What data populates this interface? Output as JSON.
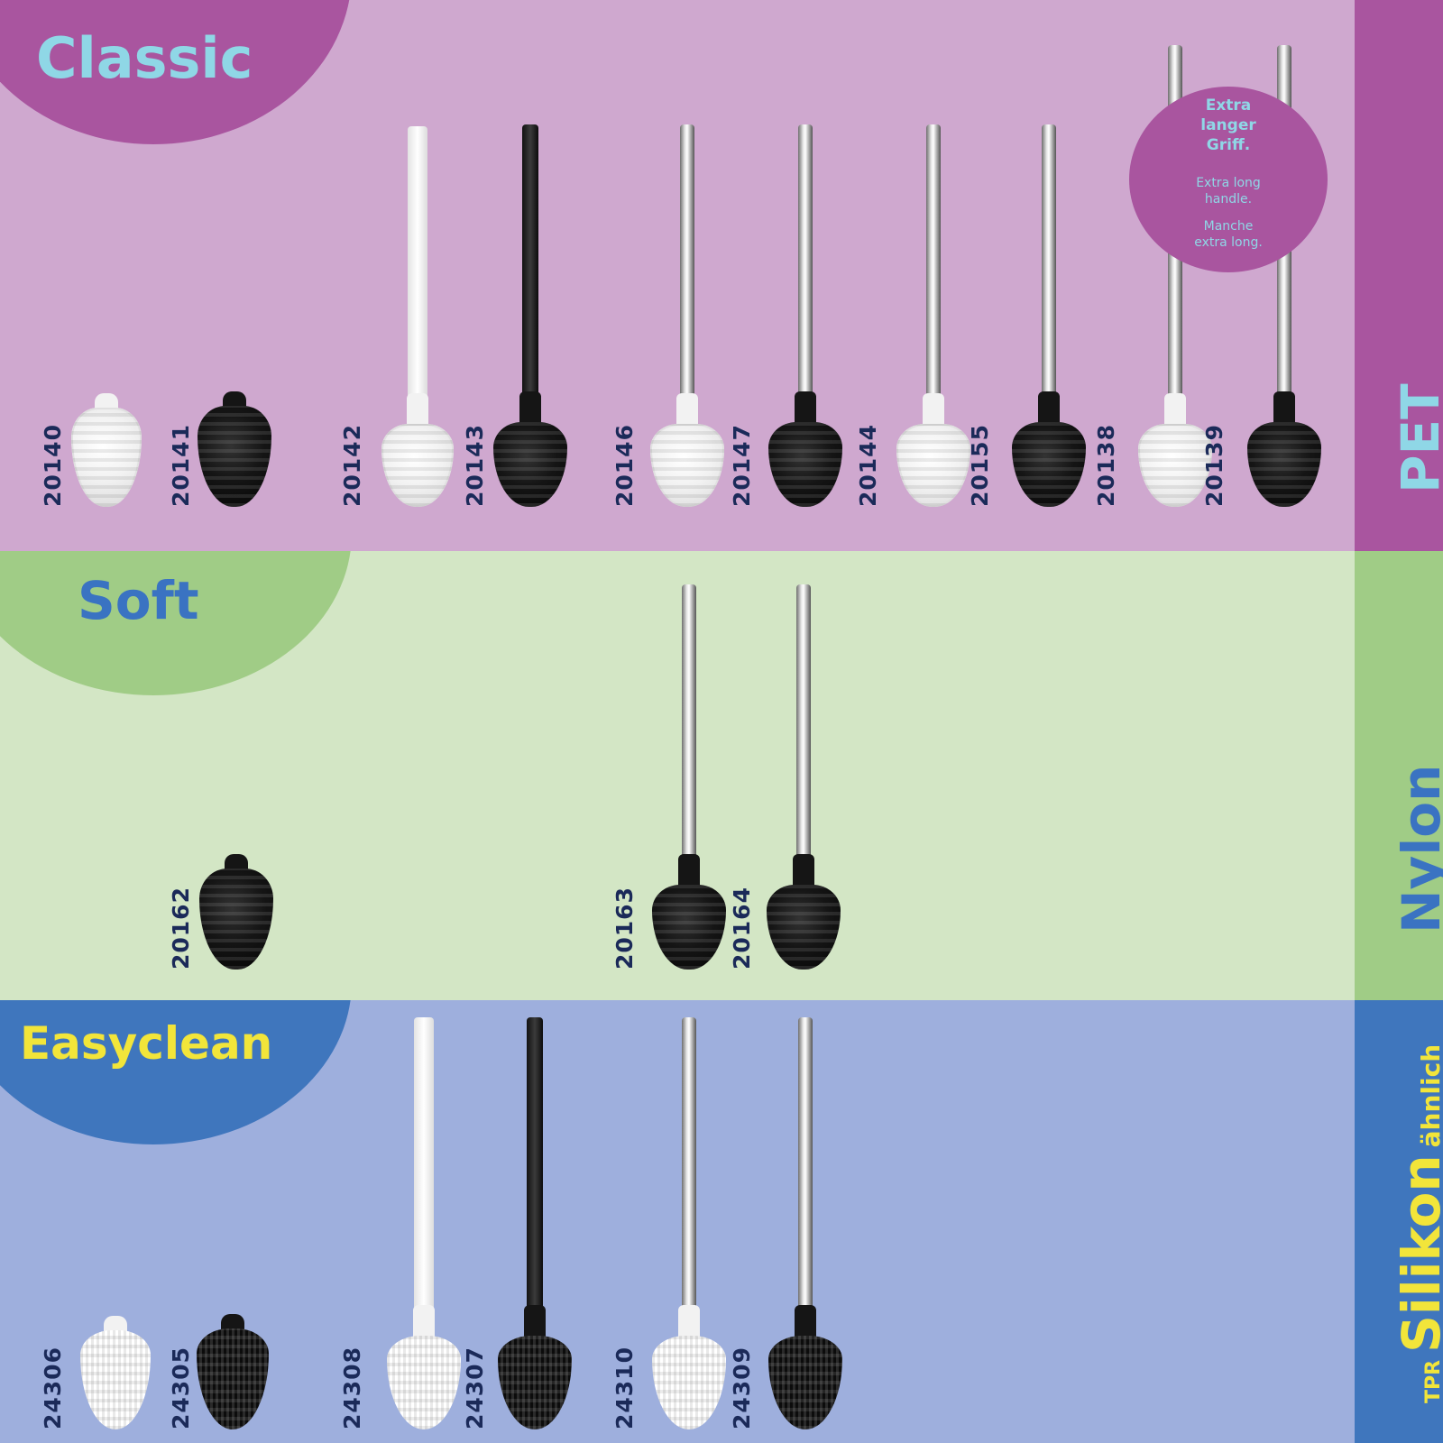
{
  "categories": {
    "classic": {
      "title": "Classic",
      "material": "PET"
    },
    "soft": {
      "title": "Soft",
      "material": "Nylon"
    },
    "easyclean": {
      "title": "Easyclean",
      "material_prefix": "TPR",
      "material": "Silikon",
      "material_suffix": "ähnlich"
    }
  },
  "badge": {
    "main": "Extra\nlanger\nGriff.",
    "en": "Extra long\nhandle.",
    "fr": "Manche\nextra long."
  },
  "colors": {
    "classic_bg": "#cfa8cf",
    "classic_accent": "#a9559f",
    "soft_bg": "#d3e6c5",
    "soft_accent": "#a0cc86",
    "easy_bg": "#9eafdd",
    "easy_accent": "#3f76bd",
    "code_text": "#1b2a59"
  },
  "products": {
    "classic": [
      "20140",
      "20141",
      "20142",
      "20143",
      "20146",
      "20147",
      "20144",
      "20155",
      "20138",
      "20139"
    ],
    "soft": [
      "20162",
      "20163",
      "20164"
    ],
    "easyclean": [
      "24306",
      "24305",
      "24308",
      "24307",
      "24310",
      "24309"
    ]
  }
}
